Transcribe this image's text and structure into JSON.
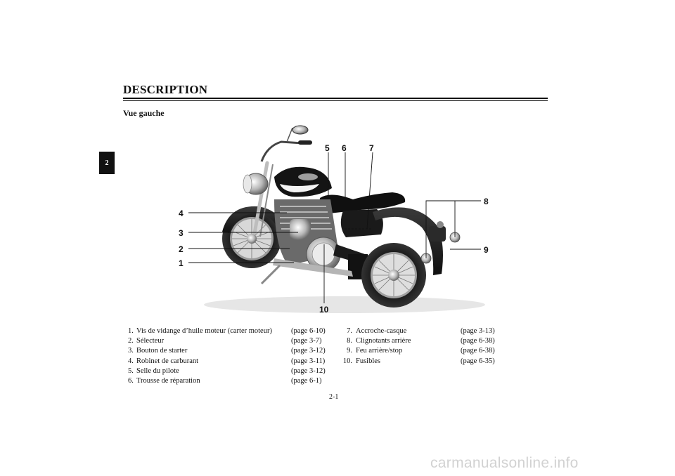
{
  "header": {
    "title": "DESCRIPTION",
    "subtitle": "Vue gauche",
    "chapter_tab": "2"
  },
  "figure": {
    "callouts": [
      "1",
      "2",
      "3",
      "4",
      "5",
      "6",
      "7",
      "8",
      "9",
      "10"
    ]
  },
  "legend": {
    "left": [
      {
        "num": "1.",
        "label": "Vis de vidange d’huile moteur (carter moteur)",
        "page": "(page 6-10)"
      },
      {
        "num": "2.",
        "label": "Sélecteur",
        "page": "(page 3-7)"
      },
      {
        "num": "3.",
        "label": "Bouton de starter",
        "page": "(page 3-12)"
      },
      {
        "num": "4.",
        "label": "Robinet de carburant",
        "page": "(page 3-11)"
      },
      {
        "num": "5.",
        "label": "Selle du pilote",
        "page": "(page 3-12)"
      },
      {
        "num": "6.",
        "label": "Trousse de réparation",
        "page": "(page 6-1)"
      }
    ],
    "right": [
      {
        "num": "7.",
        "label": "Accroche-casque",
        "page": "(page 3-13)"
      },
      {
        "num": "8.",
        "label": "Clignotants arrière",
        "page": "(page 6-38)"
      },
      {
        "num": "9.",
        "label": "Feu arrière/stop",
        "page": "(page 6-38)"
      },
      {
        "num": "10.",
        "label": "Fusibles",
        "page": "(page 6-35)"
      }
    ]
  },
  "footer": {
    "page_number": "2-1",
    "watermark": "carmanualsonline.info"
  }
}
